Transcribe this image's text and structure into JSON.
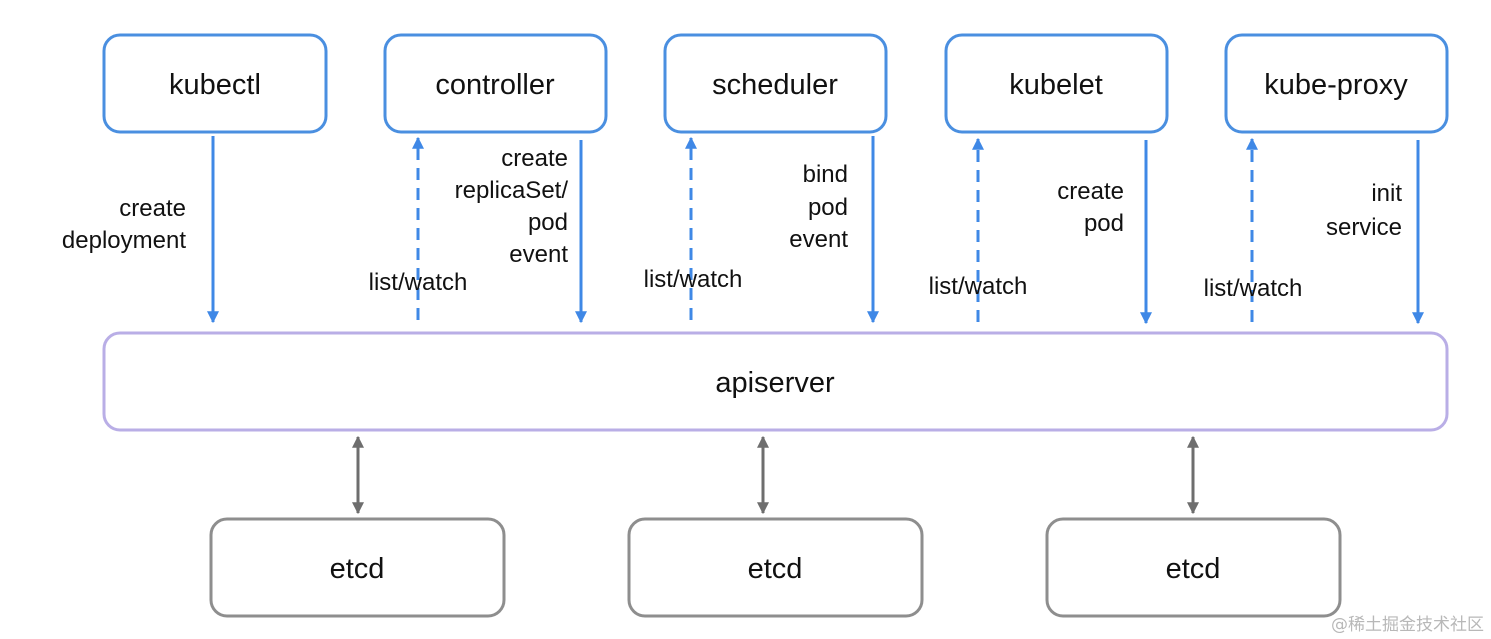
{
  "components": {
    "kubectl": "kubectl",
    "controller": "controller",
    "scheduler": "scheduler",
    "kubelet": "kubelet",
    "kube_proxy": "kube-proxy"
  },
  "apiserver": "apiserver",
  "etcd": [
    "etcd",
    "etcd",
    "etcd"
  ],
  "labels": {
    "kubectl_action": [
      "create",
      "deployment"
    ],
    "controller_action": [
      "create",
      "replicaSet/",
      "pod",
      "event"
    ],
    "scheduler_action": [
      "bind",
      "pod",
      "event"
    ],
    "kubelet_action": [
      "create",
      "pod"
    ],
    "kube_proxy_action": [
      "init",
      "service"
    ],
    "list_watch": "list/watch"
  },
  "watermark": "@稀土掘金技术社区",
  "colors": {
    "component_border": "#4a8fe0",
    "apiserver_border": "#b9aee6",
    "etcd_border": "#8e8e8e",
    "blue_arrow": "#3f88e6",
    "gray_arrow": "#6e6e6e"
  }
}
